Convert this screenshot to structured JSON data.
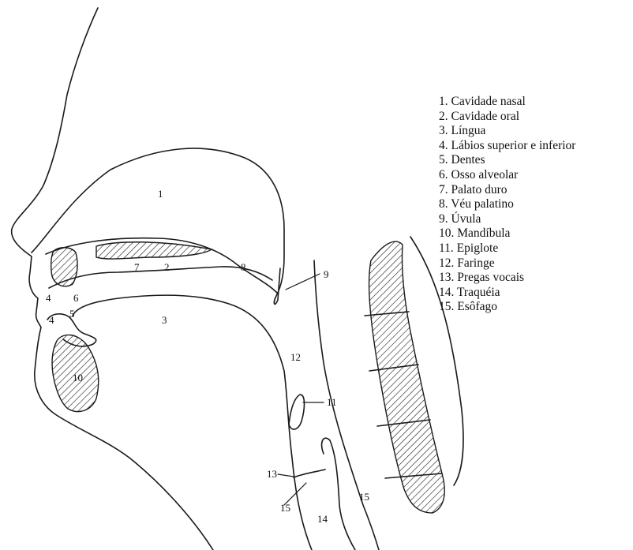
{
  "diagram": {
    "region_numbers": [
      "1",
      "2",
      "3",
      "4",
      "5",
      "6",
      "7",
      "8",
      "9",
      "10",
      "11",
      "12",
      "13",
      "14",
      "15",
      "4",
      "15"
    ]
  },
  "legend": {
    "items": [
      {
        "num": "1.",
        "label": "Cavidade nasal"
      },
      {
        "num": "2.",
        "label": "Cavidade oral"
      },
      {
        "num": "3.",
        "label": "Língua"
      },
      {
        "num": "4.",
        "label": "Lábios superior e inferior"
      },
      {
        "num": "5.",
        "label": "Dentes"
      },
      {
        "num": "6.",
        "label": "Osso alveolar"
      },
      {
        "num": "7.",
        "label": "Palato duro"
      },
      {
        "num": "8.",
        "label": "Véu palatino"
      },
      {
        "num": "9.",
        "label": "Úvula"
      },
      {
        "num": "10.",
        "label": "Mandíbula"
      },
      {
        "num": "11.",
        "label": "Epiglote"
      },
      {
        "num": "12.",
        "label": "Faringe"
      },
      {
        "num": "13.",
        "label": "Pregas vocais"
      },
      {
        "num": "14.",
        "label": "Traquéia"
      },
      {
        "num": "15.",
        "label": "Esôfago"
      }
    ]
  }
}
